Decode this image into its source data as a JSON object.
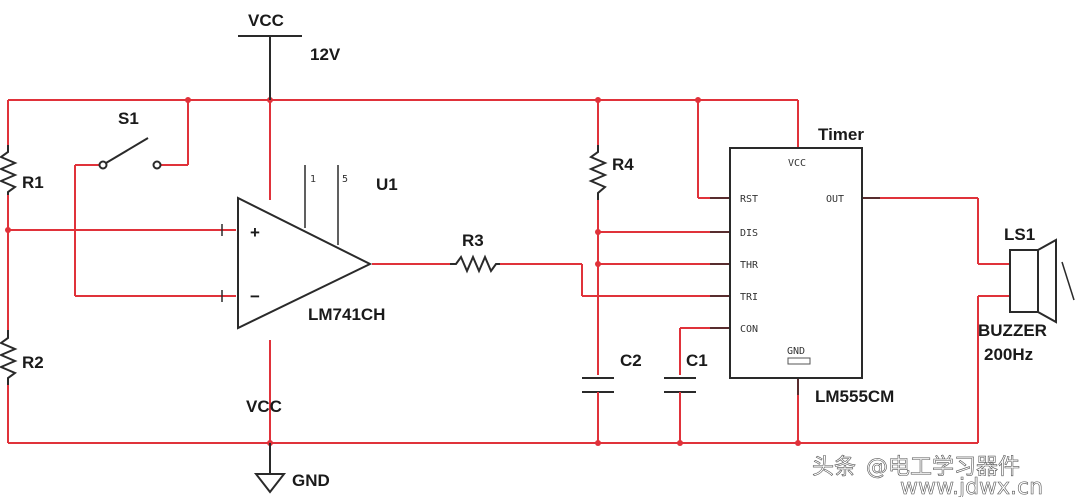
{
  "labels": {
    "vcc_top": "VCC",
    "supply": "12V",
    "s1": "S1",
    "r1": "R1",
    "r2": "R2",
    "r3": "R3",
    "r4": "R4",
    "u1": "U1",
    "opamp_part": "LM741CH",
    "c1": "C1",
    "c2": "C2",
    "timer_title": "Timer",
    "timer_part": "LM555CM",
    "ls1": "LS1",
    "buzzer": "BUZZER",
    "freq": "200Hz",
    "vcc_bottom": "VCC",
    "gnd": "GND"
  },
  "timer_pins": {
    "vcc": "VCC",
    "rst": "RST",
    "dis": "DIS",
    "thr": "THR",
    "tri": "TRI",
    "con": "CON",
    "gnd": "GND",
    "out": "OUT"
  },
  "opamp_pins": {
    "plus": "+",
    "minus": "−"
  },
  "watermark": {
    "platform": "头条",
    "handle": "@电工学习器件",
    "site": "www.jdwx.cn"
  },
  "colors": {
    "wire": "#e0323a",
    "component": "#2a2a2a"
  }
}
